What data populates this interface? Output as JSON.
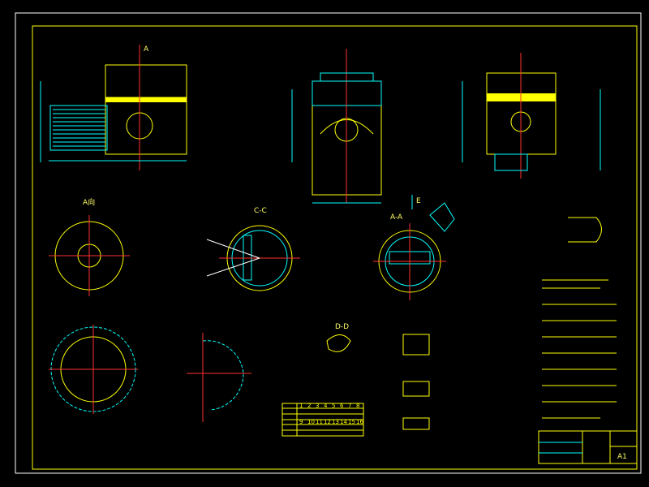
{
  "colors": {
    "background": "#000000",
    "primary_line": "#ffff00",
    "secondary_line": "#00ffff",
    "center_line": "#ff3030",
    "frame": "#ffffff"
  },
  "views": {
    "top_left_label": "A",
    "view_a_label": "A向",
    "section_cc": "C-C",
    "section_aa": "A-A",
    "detail_e": "E",
    "section_dd": "D-D"
  },
  "table": {
    "row1": [
      "1",
      "2",
      "3",
      "4",
      "5",
      "6",
      "7",
      "8"
    ],
    "row2": [
      "9",
      "10",
      "11",
      "12",
      "13",
      "14",
      "15",
      "16"
    ]
  },
  "title_block": {
    "sheet_size": "A1"
  }
}
